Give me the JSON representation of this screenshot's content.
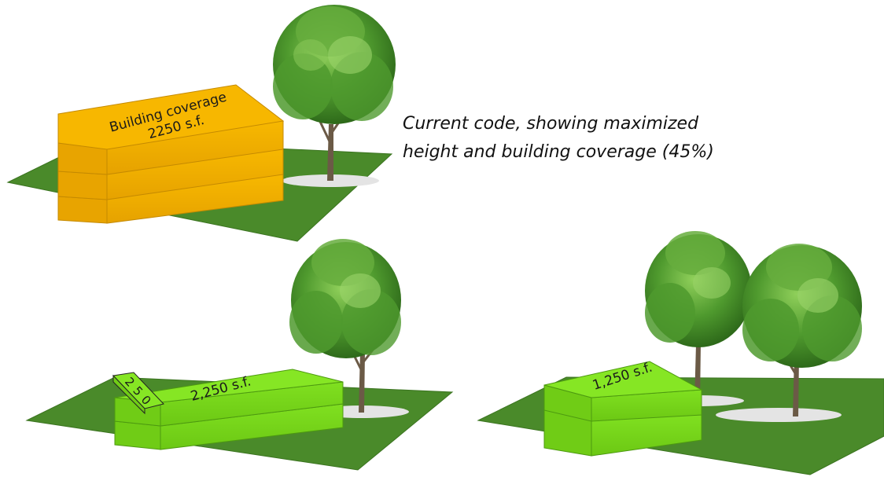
{
  "caption": {
    "line1": "Current code, showing maximized",
    "line2": "height and building coverage (45%)"
  },
  "scenarios": [
    {
      "id": "current-code",
      "building_color": "#f5b400",
      "floors": 3,
      "label_line1": "Building coverage",
      "label_line2": "2250 s.f."
    },
    {
      "id": "alternative-a",
      "building_color": "#7ee01c",
      "floors": 2,
      "label_line1": "2,250 s.f.",
      "side_label": "250"
    },
    {
      "id": "alternative-b",
      "building_color": "#7ee01c",
      "floors": 2,
      "label_line1": "1,250 s.f."
    }
  ],
  "colors": {
    "lot_green": "#4a8a2a",
    "lot_edge": "#3b7420",
    "tree_foliage": "#3f7f24",
    "tree_trunk": "#6b5a46",
    "shadow": "#e2e2e2"
  }
}
